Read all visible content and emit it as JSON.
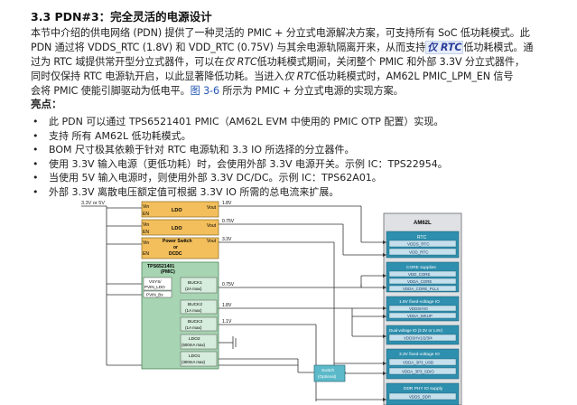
{
  "section_title": "3.3 PDN#3：完全灵活的电源设计",
  "paragraph": {
    "s1": "本节中介绍的供电网络 (PDN) 提供了一种灵活的 PMIC + 分立式电源解决方案，可支持所有 SoC 低功耗模式。此",
    "s2a": "PDN 通过将 VDDS_RTC (1.8V) 和 VDD_RTC (0.75V) 与其余电源轨隔离开来，从而支持",
    "s2b": "仅 RTC",
    "s2c": "低功耗模式。通",
    "s3a": "过为 RTC 域提供常开型分立式器件，可以在",
    "s3b": "仅 RTC",
    "s3c": "低功耗模式期间，关闭整个 PMIC 和外部 3.3V 分立式器件，",
    "s4": "同时仅保持 RTC 电源轨开启，以此显著降低功耗。当进入",
    "s4b": "仅 RTC",
    "s4c": "低功耗模式时，AM62L PMIC_LPM_EN 信号",
    "s5a": "会将 PMIC 使能引脚驱动为低电平。",
    "s5link": "图 3-6",
    "s5b": " 所示为 PMIC + 分立式电源的实现方案。"
  },
  "highlights_title": "亮点：",
  "highlights": [
    "此 PDN 可以通过 TPS6521401 PMIC（AM62L EVM 中使用的 PMIC OTP 配置）实现。",
    "支持 所有 AM62L 低功耗模式。",
    "BOM 尺寸极其依赖于针对 RTC 电源轨和 3.3 IO 所选择的分立器件。",
    "使用 3.3V 输入电源（更低功耗）时，会使用外部 3.3V 电源开关。示例 IC：TPS22954。",
    "当使用 5V 输入电源时，则使用外部 3.3V DC/DC。示例 IC：TPS62A01。",
    "外部 3.3V 离散电压额定值可根据 3.3V IO 所需的总电流来扩展。"
  ],
  "diagram": {
    "input_label": "3.3V or 5V",
    "ldo_label": "LDO",
    "ps_label1": "Power Switch",
    "ps_label2": "or",
    "ps_label3": "DCDC",
    "vin": "Vin",
    "en": "EN",
    "vout": "Vout",
    "rail_18": "1.8V",
    "rail_075": "0.75V",
    "rail_33": "3.3V",
    "rail_075b": "0.75V",
    "rail_18b": "1.8V",
    "rail_11": "1.1V",
    "pmic_title1": "TPS6521401",
    "pmic_title2": "(PMIC)",
    "vsys1": "VSYS/",
    "vsys2": "PVIN_LDO",
    "pvin": "PVIN_Bx",
    "buck1": "BUCK1",
    "buck1s": "(2A max)",
    "buck2": "BUCK2",
    "buck2s": "(1A max)",
    "buck3": "BUCK3",
    "buck3s": "(1A max)",
    "ldo2": "LDO2",
    "ldo2s": "(500mA max)",
    "ldo1": "LDO1",
    "ldo1s": "(300mA max)",
    "switch1": "Switch",
    "switch2": "(Optional)",
    "soc": "AM62L",
    "rtc_title": "RTC",
    "rtc_1": "VDDS_RTC",
    "rtc_2": "VDD_RTC",
    "core_title": "CORE supplies",
    "core_1": "VDD_CORE",
    "core_2": "VDDA_CORE",
    "core_3": "VDDA_CORE_PLLs",
    "io18_title": "1.8V fixed-voltage IO",
    "io18_1": "VDDSHV0",
    "io18_2": "VDDA_WKUP",
    "dual_title": "Dual-voltage IO (3.3V or 1.8V)",
    "dual_1": "VDDSHV1/2/3/4",
    "io33_title": "3.3V fixed-voltage IO",
    "io33_1": "VDDA_3P3_USB",
    "io33_2": "VDDA_3P3_SDIO",
    "ddr_title": "DDR PHY IO supply",
    "ddr_1": "VDDS_DDR"
  },
  "colors": {
    "ldo_fill": "#f3bf5c",
    "pmic_fill": "#a7d4b2",
    "soc_fill": "#dfe1e4",
    "group_fill": "#2e8fae",
    "rail_fill": "#c5e0ec",
    "switch_fill": "#5bb9c9"
  }
}
